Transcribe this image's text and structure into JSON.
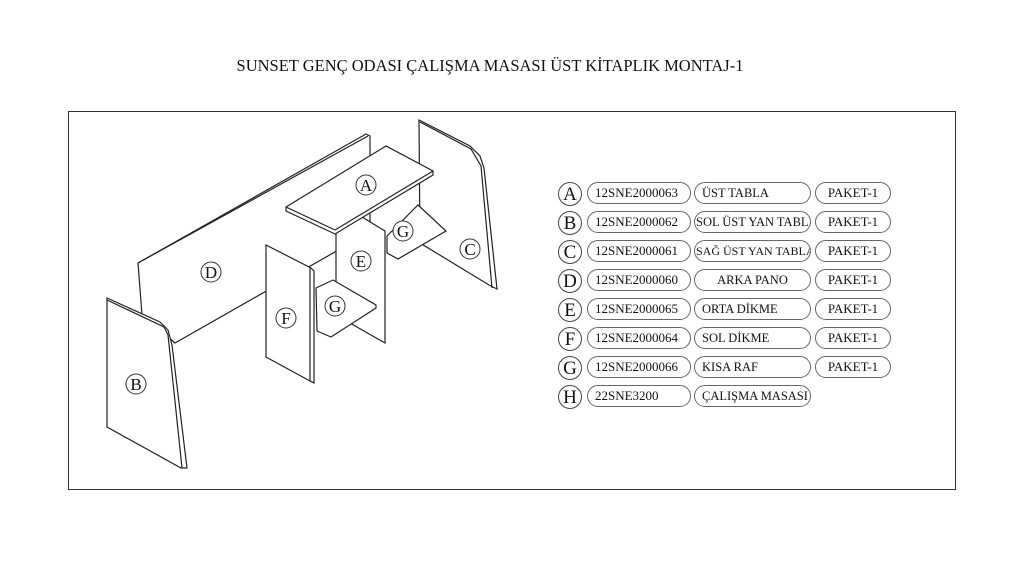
{
  "title": "SUNSET GENÇ ODASI ÇALIŞMA MASASI ÜST KİTAPLIK MONTAJ-1",
  "diagram_labels": {
    "A": "A",
    "B": "B",
    "C": "C",
    "D": "D",
    "E": "E",
    "F": "F",
    "G1": "G",
    "G2": "G"
  },
  "parts": [
    {
      "letter": "A",
      "code": "12SNE2000063",
      "name": "ÜST TABLA",
      "package": "PAKET-1"
    },
    {
      "letter": "B",
      "code": "12SNE2000062",
      "name": "SOL ÜST YAN TABLA",
      "package": "PAKET-1"
    },
    {
      "letter": "C",
      "code": "12SNE2000061",
      "name": "SAĞ ÜST YAN TABLA",
      "package": "PAKET-1"
    },
    {
      "letter": "D",
      "code": "12SNE2000060",
      "name": "ARKA PANO",
      "package": "PAKET-1"
    },
    {
      "letter": "E",
      "code": "12SNE2000065",
      "name": "ORTA DİKME",
      "package": "PAKET-1"
    },
    {
      "letter": "F",
      "code": "12SNE2000064",
      "name": "SOL DİKME",
      "package": "PAKET-1"
    },
    {
      "letter": "G",
      "code": "12SNE2000066",
      "name": "KISA RAF",
      "package": "PAKET-1"
    },
    {
      "letter": "H",
      "code": "22SNE3200",
      "name": "ÇALIŞMA MASASI"
    }
  ]
}
